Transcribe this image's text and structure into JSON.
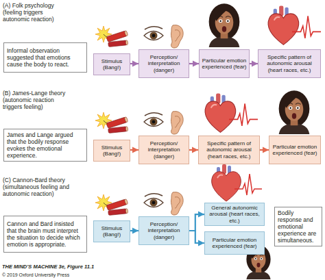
{
  "diagram": {
    "nodes": [
      {
        "text": [
          "Informal observation suggested that emotions cause the body to react."
        ]
      },
      {
        "text": [
          "Stimulus (Bang!)"
        ]
      },
      {
        "text": [
          "Perception/ interpretation (danger)"
        ]
      },
      {
        "text": [
          "Particular emotion experienced (fear)"
        ]
      },
      {
        "text": [
          "Specific pattern of autonomic arousal (heart races, etc.)"
        ]
      },
      {
        "text": [
          "James and Lange argued that the bodily response evokes the emotional experience."
        ]
      },
      {
        "text": [
          "Stimulus (Bang!)"
        ]
      },
      {
        "text": [
          "Perception/ interpretation (danger)"
        ]
      },
      {
        "text": [
          "Specific pattern of autonomic arousal (heart races, etc.)"
        ]
      },
      {
        "text": [
          "Particular emotion experienced (fear)"
        ]
      },
      {
        "text": [
          "Cannon and Bard insisted that the brain must interpret the situation to decide which emotion is appropriate."
        ]
      },
      {
        "text": [
          "Stimulus (Bang!)"
        ]
      },
      {
        "text": [
          "Perception/ interpretation (danger)"
        ]
      },
      {
        "text": [
          "General autonomic arousal (heart races, etc.)"
        ]
      },
      {
        "text": [
          "Particular emotion experienced (fear)"
        ]
      },
      {
        "text": [
          "Bodily response and emotional experience are simultaneous."
        ]
      }
    ],
    "edges": [
      {
        "from": 1,
        "to": 2,
        "arrow": "to"
      },
      {
        "from": 2,
        "to": 3,
        "arrow": "to"
      },
      {
        "from": 3,
        "to": 4,
        "arrow": "to"
      },
      {
        "from": 6,
        "to": 7,
        "arrow": "to"
      },
      {
        "from": 7,
        "to": 8,
        "arrow": "to"
      },
      {
        "from": 8,
        "to": 9,
        "arrow": "to"
      },
      {
        "from": 11,
        "to": 12,
        "arrow": "to"
      },
      {
        "from": 12,
        "to": 13,
        "arrow": "to"
      },
      {
        "from": 12,
        "to": 14,
        "arrow": "to"
      }
    ],
    "labels": [
      "(A) Folk psychology (feeling triggers autonomic reaction)",
      "(B) James-Lange theory (autonomic reaction triggers feeling)",
      "(C) Cannon-Bard theory (simultaneous feeling and autonomic reaction)",
      "THE MIND’S MACHINE 3e, Figure 11.1",
      "© 2019 Oxford University Press"
    ]
  }
}
